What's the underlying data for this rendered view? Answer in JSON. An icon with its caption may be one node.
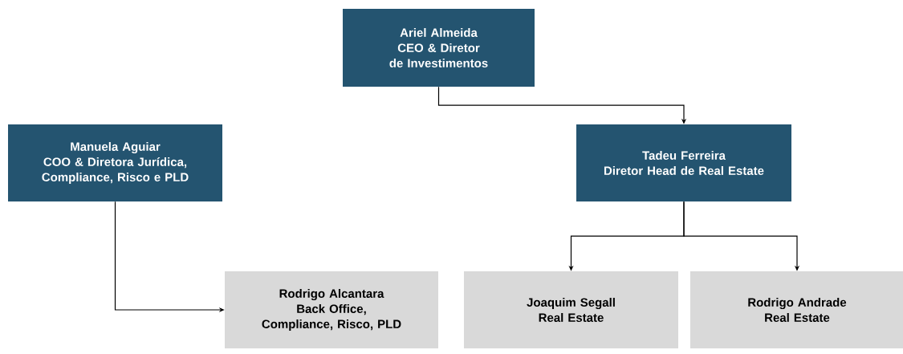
{
  "diagram": {
    "nodes": [
      {
        "text": [
          "Ariel Almeida",
          "CEO & Diretor de Investimentos"
        ]
      },
      {
        "text": [
          "Manuela Aguiar",
          "COO & Diretora Jurídica, Compliance, Risco e PLD"
        ]
      },
      {
        "text": [
          "Tadeu Ferreira",
          "Diretor Head de Real Estate"
        ]
      },
      {
        "text": [
          "Rodrigo Alcantara",
          "Back Office, Compliance, Risco, PLD"
        ]
      },
      {
        "text": [
          "Joaquim Segall",
          "Real Estate"
        ]
      },
      {
        "text": [
          "Rodrigo Andrade",
          "Real Estate"
        ]
      }
    ],
    "edges": [
      {
        "from": 0,
        "to": 2,
        "arrow": "to"
      },
      {
        "from": 1,
        "to": 3,
        "arrow": "to"
      },
      {
        "from": 2,
        "to": 4,
        "arrow": "to"
      },
      {
        "from": 2,
        "to": 5,
        "arrow": "to"
      }
    ]
  }
}
